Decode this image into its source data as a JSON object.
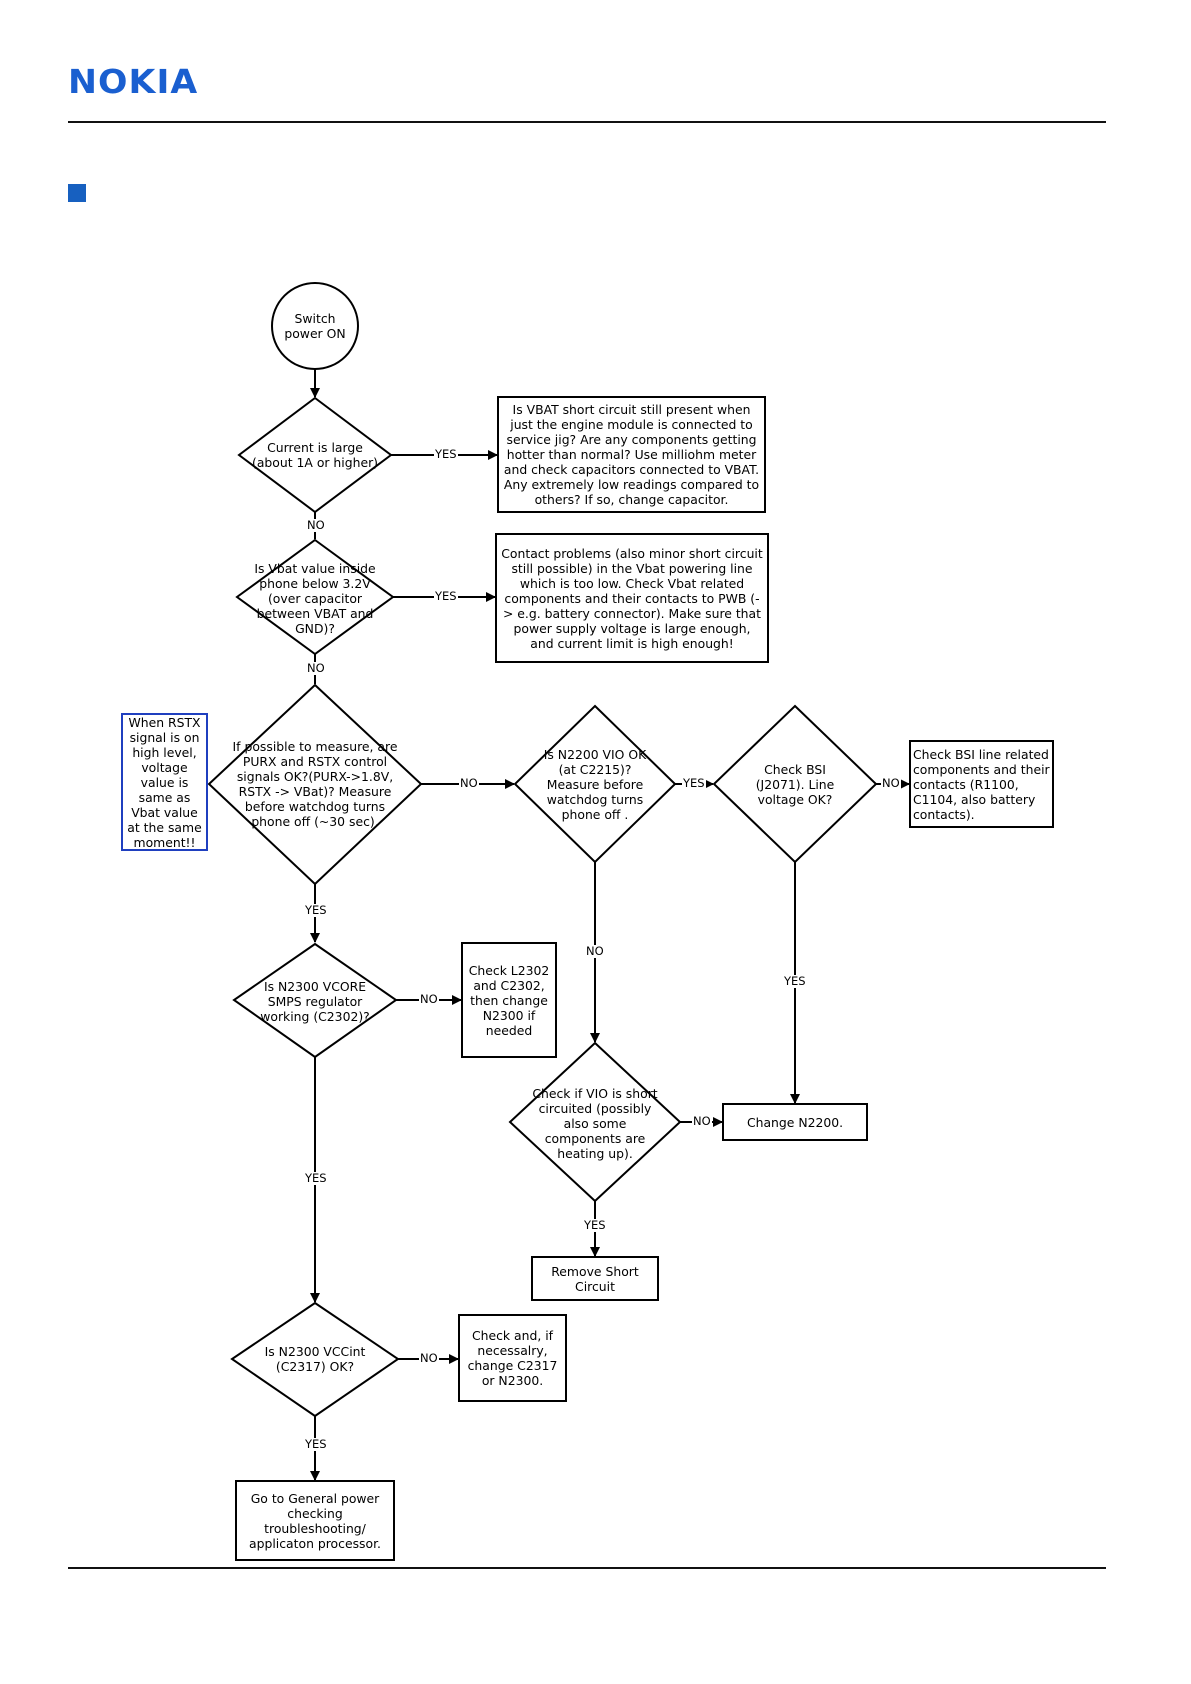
{
  "header": {
    "brand": "NOKIA",
    "brand_color": "#1a5fd0",
    "section_marker_color": "#1760c0"
  },
  "flowchart": {
    "start": "Switch power ON",
    "q_current": "Current is large (about 1A or higher)",
    "box_vbat_short": "Is VBAT short circuit still present when just the engine module is connected to service jig? Are any components getting hotter than normal? Use milliohm meter and check capacitors connected to VBAT. Any extremely low readings compared to others? If so, change capacitor.",
    "q_vbat_value": "Is Vbat value inside phone below 3.2V (over capacitor between VBAT and GND)?",
    "box_contact": "Contact problems (also minor short circuit still possible) in the Vbat powering line which is too low. Check Vbat related components and their contacts to PWB (-> e.g. battery connector). Make sure that power supply voltage is large enough, and current limit is high enough!",
    "note_rstx": "When RSTX signal is on high level, voltage value is same as Vbat value at the same moment!!",
    "q_purx": "If possible to measure, are PURX and RSTX control signals OK?(PURX->1.8V, RSTX -> VBat)? Measure before watchdog turns phone off (~30 sec).",
    "q_n2200_vio": "Is N2200 VIO OK (at C2215)? Measure before watchdog turns phone off .",
    "q_bsi": "Check BSI (J2071). Line voltage OK?",
    "box_bsi": "Check BSI line related components and their contacts (R1100, C1104, also battery contacts).",
    "q_vcore": "Is N2300 VCORE SMPS regulator working (C2302)?",
    "box_l2302": "Check L2302 and C2302, then change N2300 if needed",
    "q_vio_short": "Check if VIO is short circuited (possibly also some components are heating up).",
    "box_change_n2200": "Change N2200.",
    "box_remove_short": "Remove Short Circuit",
    "q_vccint": "Is N2300 VCCint (C2317) OK?",
    "box_check_c2317": "Check and, if necessalry, change C2317 or N2300.",
    "box_general": "Go to General power checking troubleshooting/ applicaton processor."
  },
  "edge_labels": {
    "current_yes": "YES",
    "current_no": "NO",
    "vbat_yes": "YES",
    "vbat_no": "NO",
    "purx_no": "NO",
    "purx_yes": "YES",
    "n2200_yes": "YES",
    "n2200_no": "NO",
    "bsi_no": "NO",
    "bsi_yes": "YES",
    "vcore_no": "NO",
    "vcore_yes": "YES",
    "vioshort_no": "NO",
    "vioshort_yes": "YES",
    "vccint_no": "NO",
    "vccint_yes": "YES"
  }
}
